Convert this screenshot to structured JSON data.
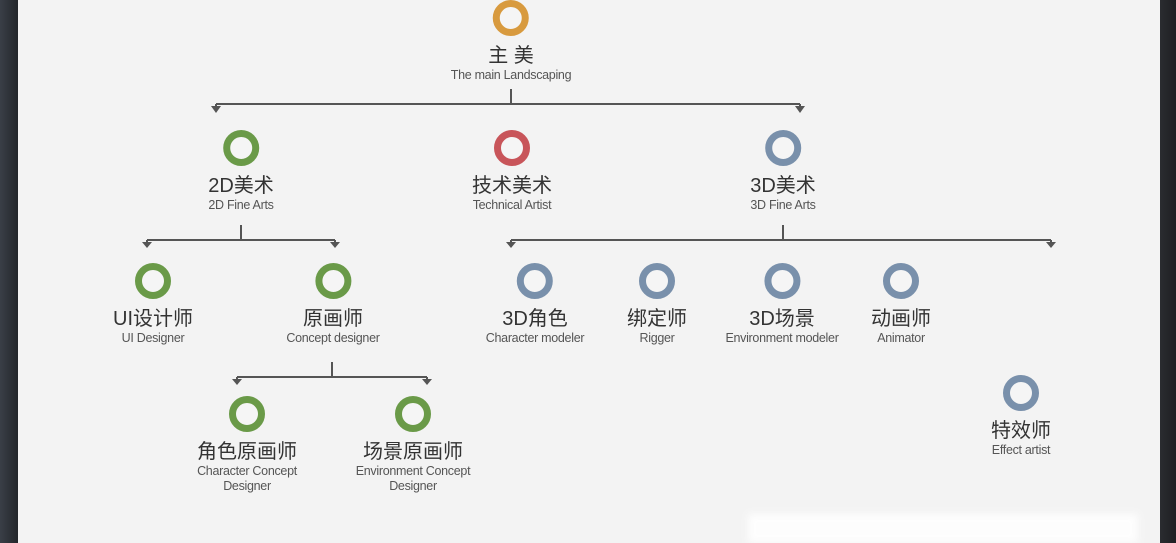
{
  "colors": {
    "root": "#d89a3e",
    "fine_arts_2d": "#6a9a48",
    "technical": "#c8555a",
    "fine_arts_3d": "#7990ab",
    "connector": "#555555"
  },
  "nodes": {
    "root": {
      "zh": "主 美",
      "en": "The main Landscaping"
    },
    "arts2d": {
      "zh": "2D美术",
      "en": "2D Fine Arts"
    },
    "tech": {
      "zh": "技术美术",
      "en": "Technical Artist"
    },
    "arts3d": {
      "zh": "3D美术",
      "en": "3D Fine Arts"
    },
    "ui": {
      "zh": "UI设计师",
      "en": "UI Designer"
    },
    "concept": {
      "zh": "原画师",
      "en": "Concept designer"
    },
    "char_concept": {
      "zh": "角色原画师",
      "en": "Character Concept Designer"
    },
    "env_concept": {
      "zh": "场景原画师",
      "en": "Environment Concept Designer"
    },
    "char_model": {
      "zh": "3D角色",
      "en": "Character modeler"
    },
    "rigger": {
      "zh": "绑定师",
      "en": "Rigger"
    },
    "env_model": {
      "zh": "3D场景",
      "en": "Environment modeler"
    },
    "animator": {
      "zh": "动画师",
      "en": "Animator"
    },
    "effect": {
      "zh": "特效师",
      "en": "Effect artist"
    }
  }
}
